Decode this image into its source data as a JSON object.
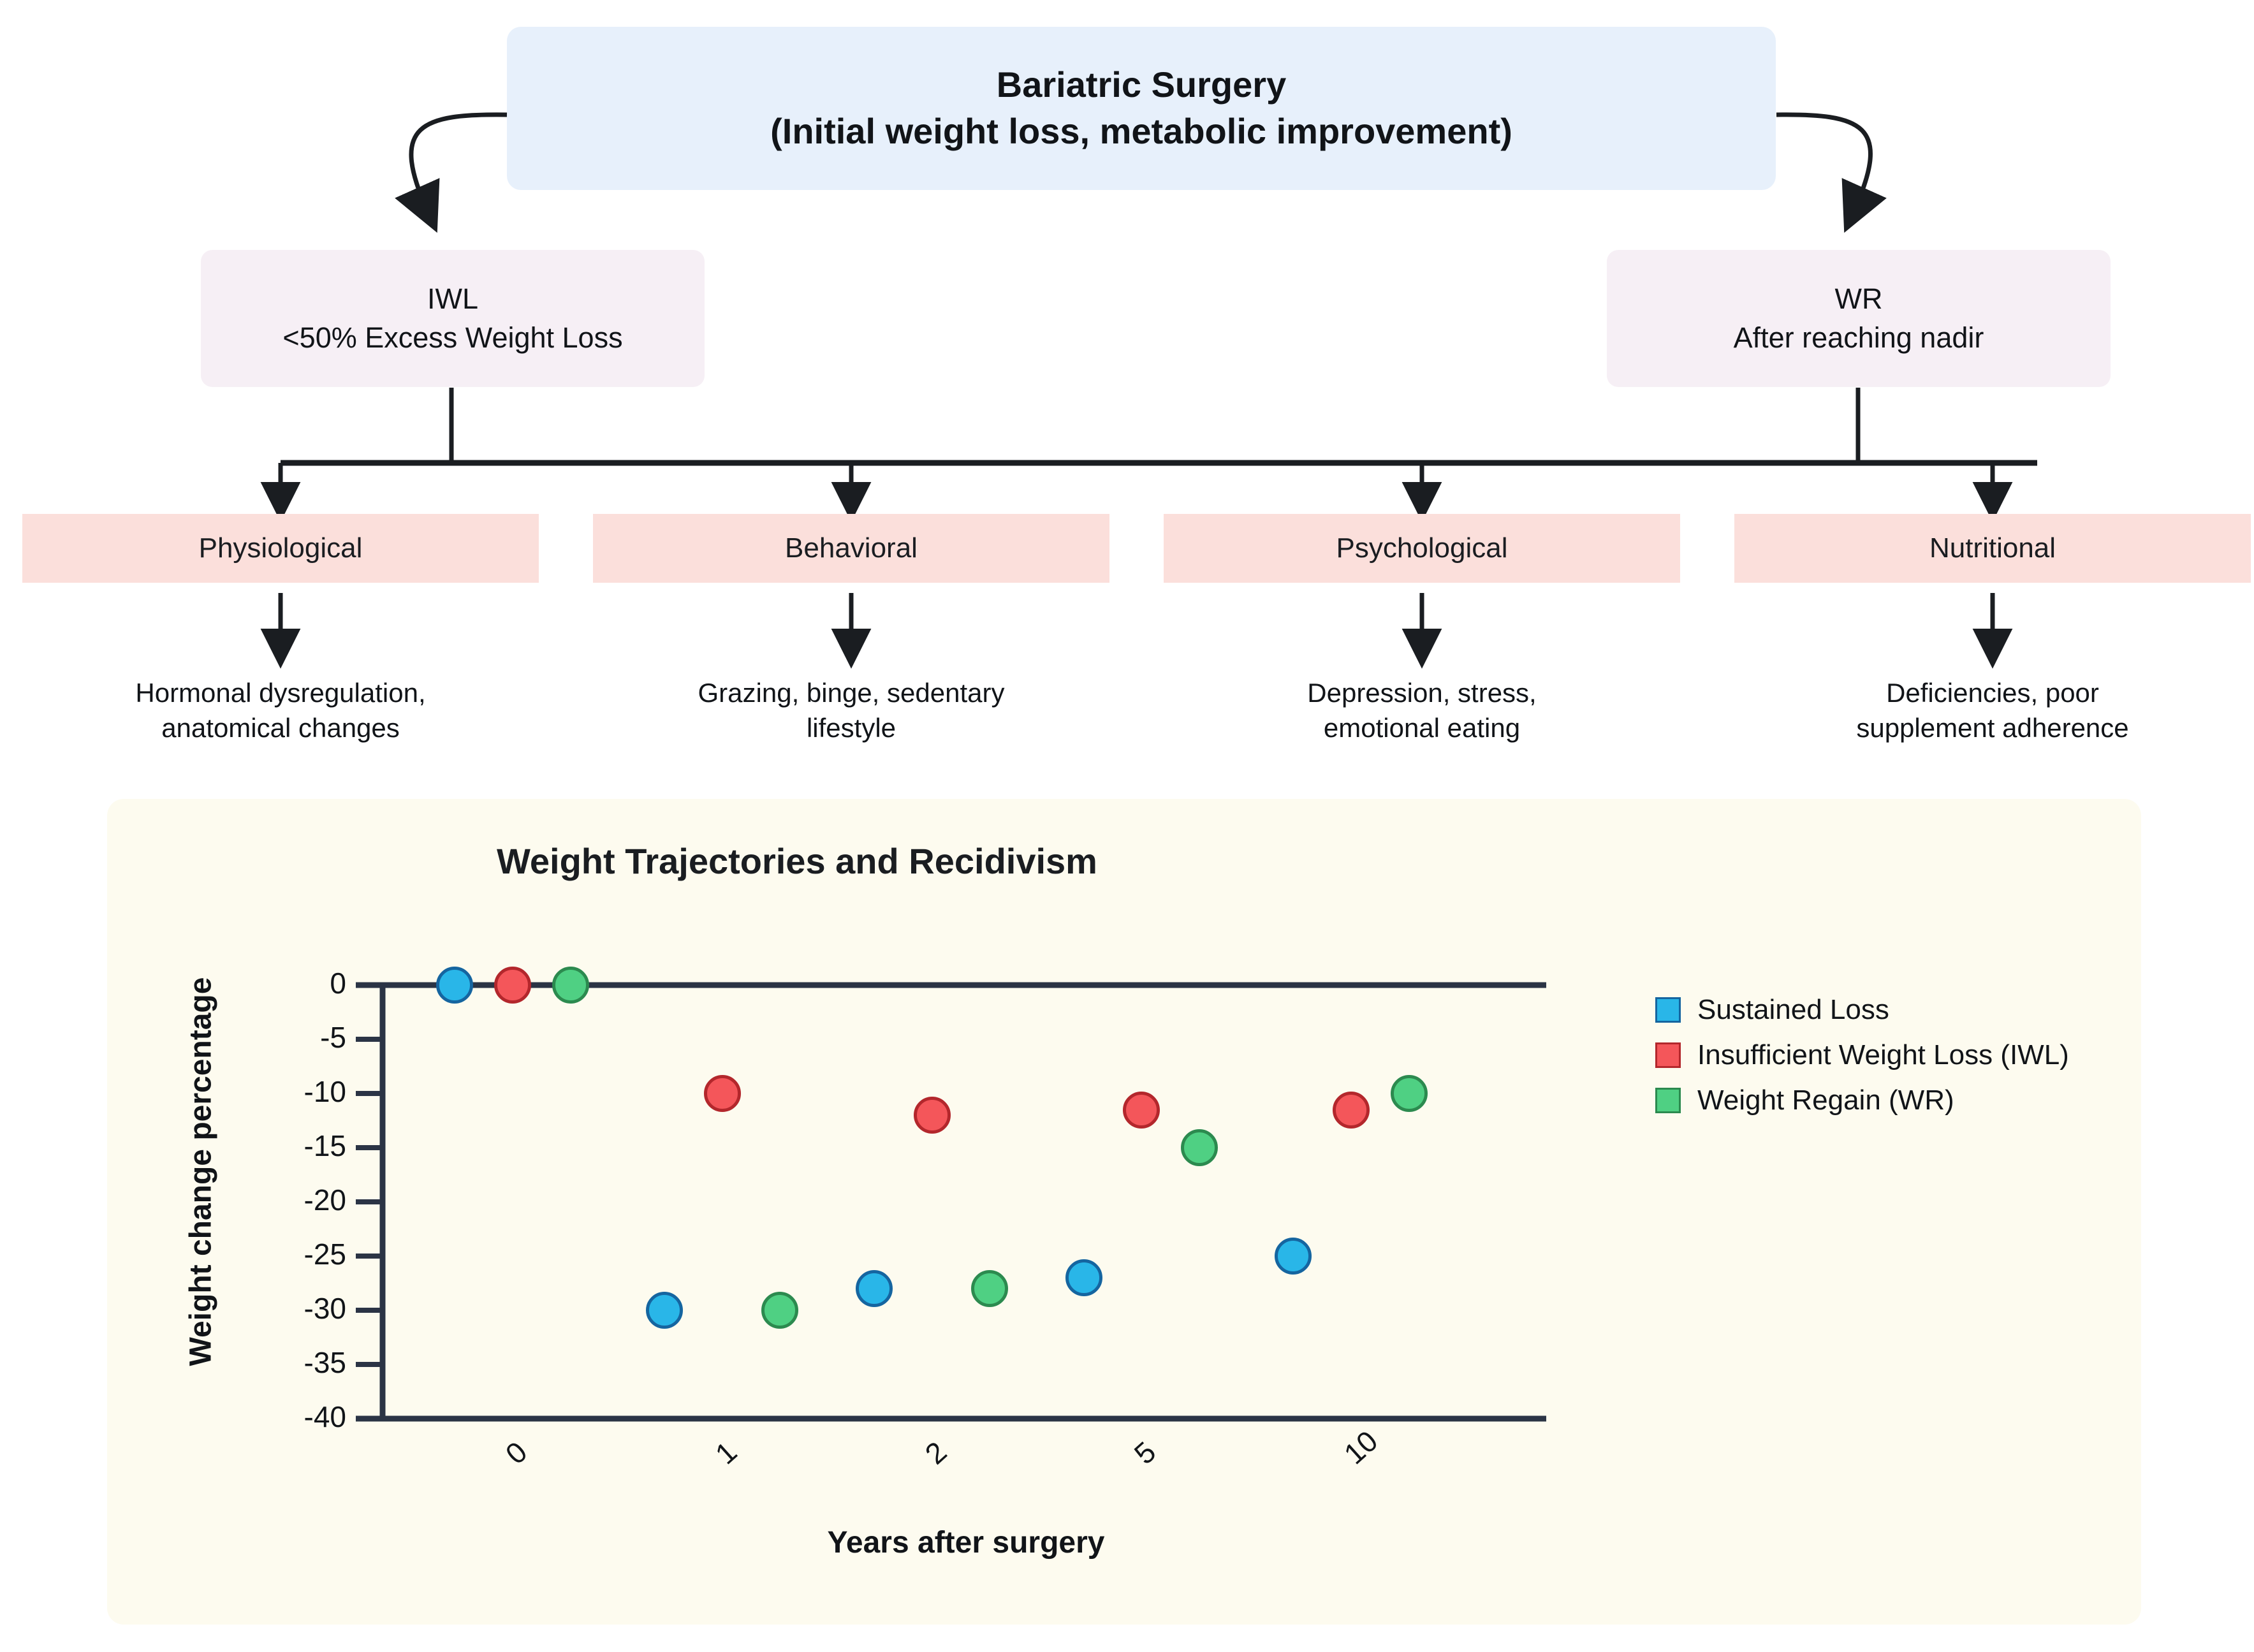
{
  "top_box": {
    "line1": "Bariatric Surgery",
    "line2": "(Initial weight loss, metabolic improvement)",
    "color": "#e7f0fb"
  },
  "level2": [
    {
      "name": "iwl",
      "line1": "IWL",
      "line2": "<50% Excess Weight Loss",
      "color": "#f6eff5"
    },
    {
      "name": "wr",
      "line1": "WR",
      "line2": "After reaching nadir",
      "color": "#f6eff5"
    }
  ],
  "categories": [
    {
      "label": "Physiological",
      "detail_line1": "Hormonal dysregulation,",
      "detail_line2": "anatomical changes"
    },
    {
      "label": "Behavioral",
      "detail_line1": "Grazing, binge, sedentary",
      "detail_line2": "lifestyle"
    },
    {
      "label": "Psychological",
      "detail_line1": "Depression, stress,",
      "detail_line2": "emotional eating"
    },
    {
      "label": "Nutritional",
      "detail_line1": "Deficiencies, poor",
      "detail_line2": "supplement adherence"
    }
  ],
  "category_box_color": "#fbdfdb",
  "chart_panel_color": "#fdfbef",
  "chart_data": {
    "type": "scatter",
    "title": "Weight Trajectories and Recidivism",
    "xlabel": "Years after surgery",
    "ylabel": "Weight change percentage",
    "categories": [
      "0",
      "1",
      "2",
      "5",
      "10"
    ],
    "xticklabels": [
      "0",
      "1",
      "2",
      "5",
      "10"
    ],
    "yticklabels": [
      "0",
      "-5",
      "-10",
      "-15",
      "-20",
      "-25",
      "-30",
      "-35",
      "-40"
    ],
    "yticks": [
      0,
      -5,
      -10,
      -15,
      -20,
      -25,
      -30,
      -35,
      -40
    ],
    "ylim": [
      -40,
      0
    ],
    "grid": false,
    "legend_position": "right",
    "series": [
      {
        "name": "Sustained Loss",
        "color": "#29b6e8",
        "edge": "#1565a0",
        "values": [
          0,
          -30,
          -28,
          -27,
          -25
        ]
      },
      {
        "name": "Insufficient Weight Loss (IWL)",
        "color": "#f4565a",
        "edge": "#b3272c",
        "values": [
          0,
          -10,
          -12,
          -11.5,
          -11.5
        ]
      },
      {
        "name": "Weight Regain (WR)",
        "color": "#4fd083",
        "edge": "#2c8a4f",
        "values": [
          0,
          -30,
          -28,
          -15,
          -10
        ]
      }
    ]
  }
}
